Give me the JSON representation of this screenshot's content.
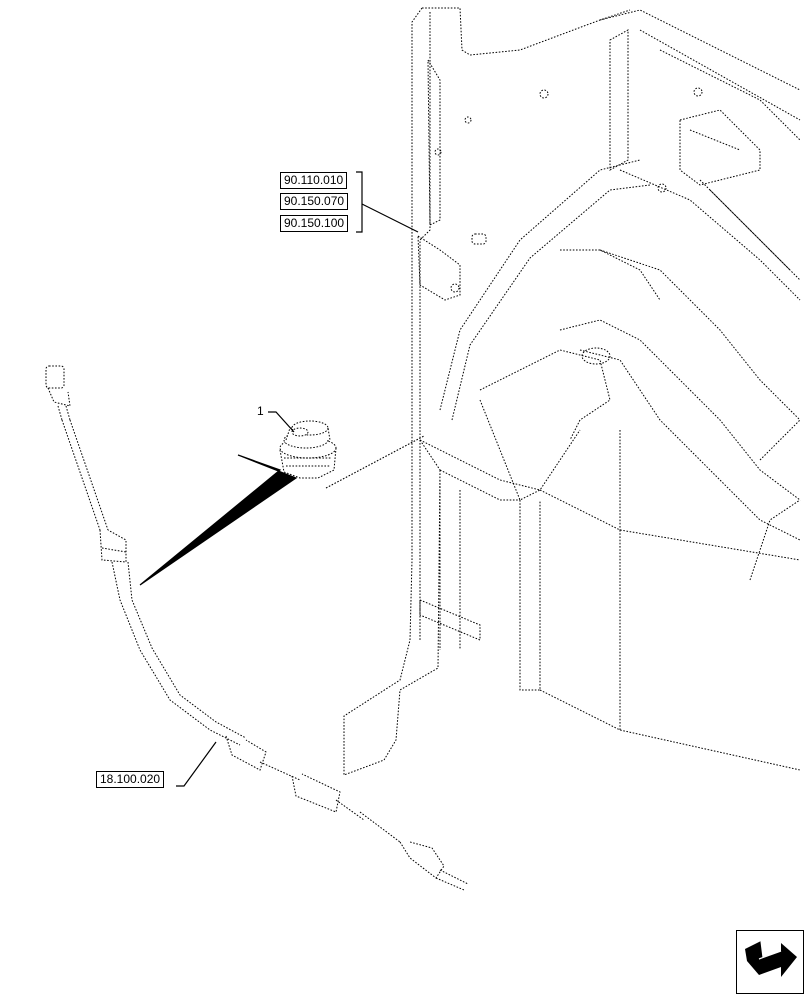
{
  "references": {
    "ref_1": "90.110.010",
    "ref_2": "90.150.070",
    "ref_3": "90.150.100",
    "ref_cable": "18.100.020"
  },
  "callouts": {
    "item_1": "1"
  },
  "icons": {
    "nav": "next-page-arrow-icon"
  }
}
